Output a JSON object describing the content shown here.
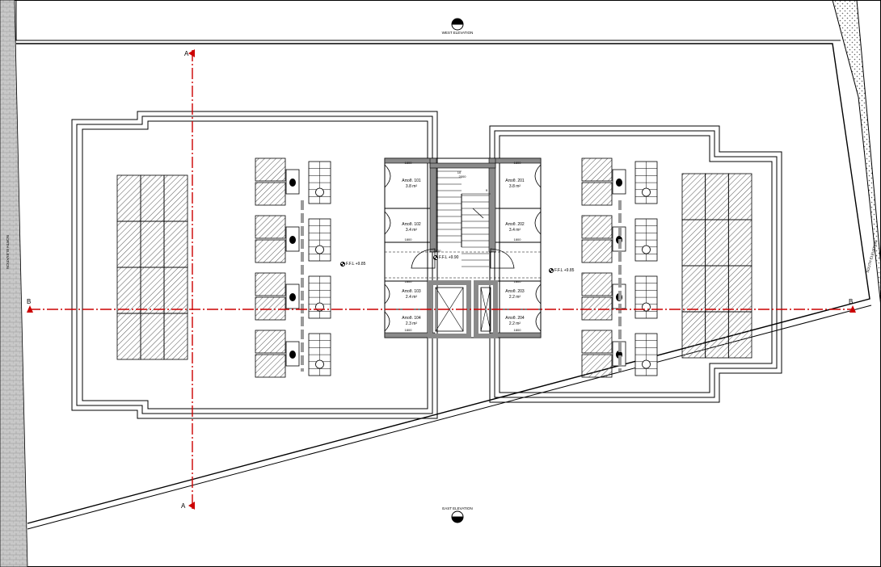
{
  "drawing": {
    "elevations": {
      "top": "WEST ELEVATION",
      "bottom": "EAST ELEVATION",
      "left": "NORTH ELEVATION",
      "right": "SOUTH ELEVATION"
    },
    "section_marks": {
      "vertical": "A",
      "horizontal": "B"
    },
    "levels": {
      "left": "F.F.L +9.85",
      "right": "F.F.L +9.85",
      "core": "F.F.L +9.90"
    },
    "rooms": [
      {
        "name": "Αποθ. 101",
        "area": "3.8 m²"
      },
      {
        "name": "Αποθ. 102",
        "area": "3.4 m²"
      },
      {
        "name": "Αποθ. 103",
        "area": "2.4 m²"
      },
      {
        "name": "Αποθ. 104",
        "area": "2.3 m²"
      },
      {
        "name": "Αποθ. 201",
        "area": "3.8 m²"
      },
      {
        "name": "Αποθ. 202",
        "area": "3.4 m²"
      },
      {
        "name": "Αποθ. 203",
        "area": "2.2 m²"
      },
      {
        "name": "Αποθ. 204",
        "area": "2.2 m²"
      }
    ],
    "dims": {
      "d1800": "1800",
      "d10": "10",
      "d9": "9",
      "d2000": "2000",
      "d1000": "1000"
    },
    "colors": {
      "line": "#000000",
      "section": "#cc0000",
      "hatch": "#555555",
      "wall": "#8a8a8a",
      "grey_strip": "#bdbdbd"
    }
  }
}
